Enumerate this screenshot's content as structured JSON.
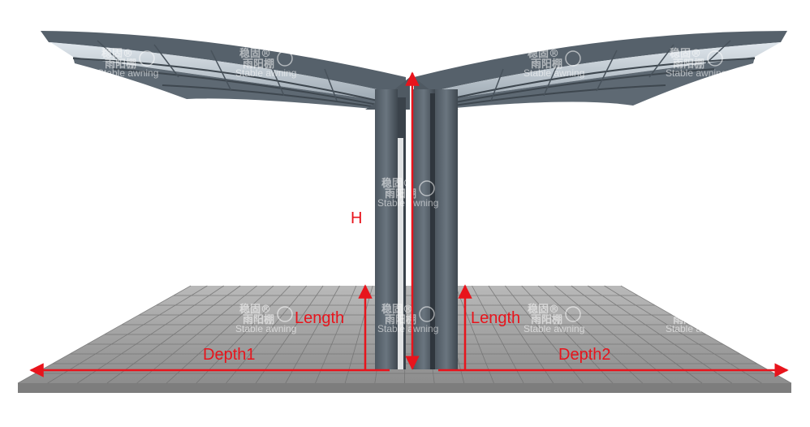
{
  "dimensions": {
    "height_label": "H",
    "length_left_label": "Length",
    "length_right_label": "Length",
    "depth_left_label": "Depth1",
    "depth_right_label": "Depth2"
  },
  "watermark": {
    "chinese": "稳固",
    "chinese_sub": "雨阳棚",
    "english": "Stable awning",
    "registered": "®"
  },
  "colors": {
    "dimension": "#e8141c",
    "steel": "#5b6670",
    "steel_dark": "#434c55",
    "panel": "#c9d3db",
    "paving": "#9a9a9a",
    "paving_joint": "#6e6e6e"
  }
}
